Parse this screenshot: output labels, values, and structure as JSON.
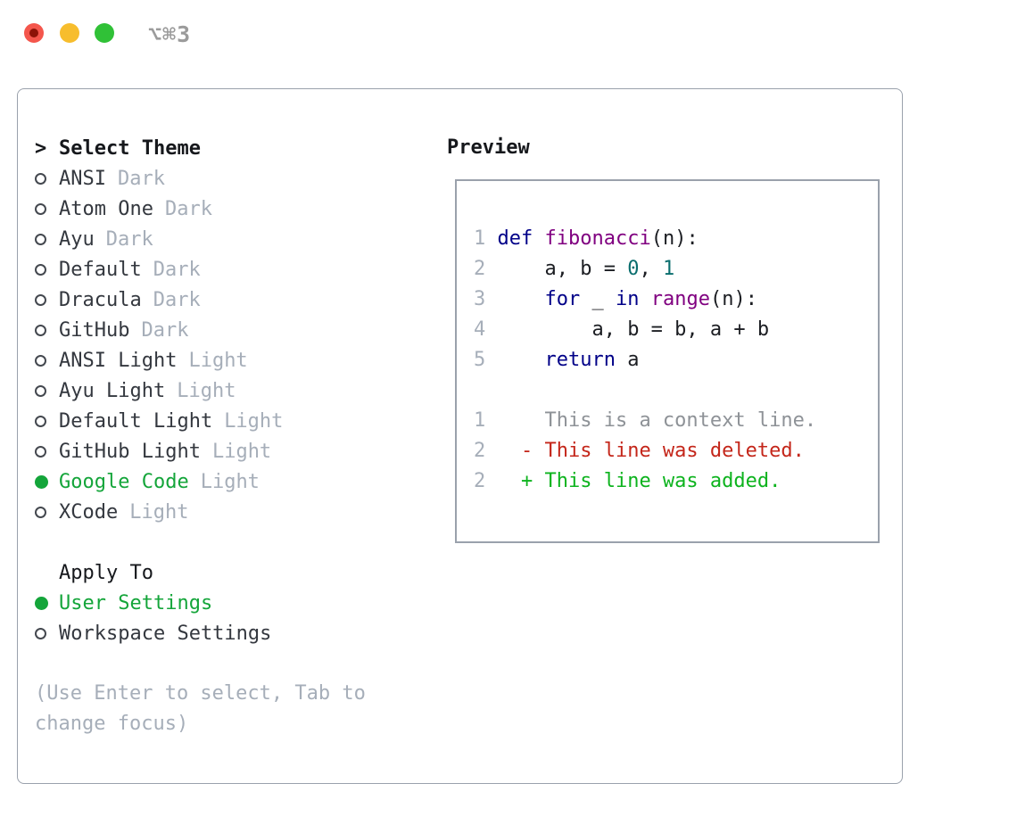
{
  "window": {
    "title": "⌥⌘3",
    "traffic_lights": [
      "close",
      "minimize",
      "zoom"
    ]
  },
  "theme_list": {
    "header": {
      "marker": ">",
      "label": "Select Theme"
    },
    "items": [
      {
        "name": "ANSI",
        "variant": "Dark",
        "selected": false
      },
      {
        "name": "Atom One",
        "variant": "Dark",
        "selected": false
      },
      {
        "name": "Ayu",
        "variant": "Dark",
        "selected": false
      },
      {
        "name": "Default",
        "variant": "Dark",
        "selected": false
      },
      {
        "name": "Dracula",
        "variant": "Dark",
        "selected": false
      },
      {
        "name": "GitHub",
        "variant": "Dark",
        "selected": false
      },
      {
        "name": "ANSI Light",
        "variant": "Light",
        "selected": false
      },
      {
        "name": "Ayu Light",
        "variant": "Light",
        "selected": false
      },
      {
        "name": "Default Light",
        "variant": "Light",
        "selected": false
      },
      {
        "name": "GitHub Light",
        "variant": "Light",
        "selected": false
      },
      {
        "name": "Google Code",
        "variant": "Light",
        "selected": true
      },
      {
        "name": "XCode",
        "variant": "Light",
        "selected": false
      }
    ]
  },
  "apply_to": {
    "header": "Apply To",
    "options": [
      {
        "label": "User Settings",
        "selected": true
      },
      {
        "label": "Workspace Settings",
        "selected": false
      }
    ]
  },
  "hint": "(Use Enter to select, Tab to change focus)",
  "preview": {
    "title": "Preview",
    "lines": [
      [
        {
          "t": "1 ",
          "c": "ln"
        },
        {
          "t": "def ",
          "c": "kw"
        },
        {
          "t": "fibonacci",
          "c": "fn"
        },
        {
          "t": "(n):",
          "c": "pl"
        }
      ],
      [
        {
          "t": "2 ",
          "c": "ln"
        },
        {
          "t": "    a, b = ",
          "c": "pl"
        },
        {
          "t": "0",
          "c": "num"
        },
        {
          "t": ", ",
          "c": "pl"
        },
        {
          "t": "1",
          "c": "num"
        }
      ],
      [
        {
          "t": "3 ",
          "c": "ln"
        },
        {
          "t": "    ",
          "c": "pl"
        },
        {
          "t": "for",
          "c": "kw"
        },
        {
          "t": " _ ",
          "c": "pl"
        },
        {
          "t": "in",
          "c": "kw"
        },
        {
          "t": " ",
          "c": "pl"
        },
        {
          "t": "range",
          "c": "fn"
        },
        {
          "t": "(n):",
          "c": "pl"
        }
      ],
      [
        {
          "t": "4 ",
          "c": "ln"
        },
        {
          "t": "        a, b = b, a + b",
          "c": "pl"
        }
      ],
      [
        {
          "t": "5 ",
          "c": "ln"
        },
        {
          "t": "    ",
          "c": "pl"
        },
        {
          "t": "return",
          "c": "kw"
        },
        {
          "t": " a",
          "c": "pl"
        }
      ],
      [],
      [
        {
          "t": "1 ",
          "c": "ln"
        },
        {
          "t": "    This is a context line.",
          "c": "ctx"
        }
      ],
      [
        {
          "t": "2 ",
          "c": "ln"
        },
        {
          "t": "  - This line was deleted.",
          "c": "del"
        }
      ],
      [
        {
          "t": "2 ",
          "c": "ln"
        },
        {
          "t": "  + This line was added.",
          "c": "add"
        }
      ]
    ]
  },
  "colors": {
    "accent": "#14a53a",
    "header": "#16181c",
    "name": "#34383f",
    "muted": "#a6aeb9",
    "ring": "#44484f",
    "border": "#9aa1ac",
    "title": "#9b9b9b",
    "kw": "#000088",
    "fn": "#800080",
    "num": "#0a6e6e",
    "plain": "#1b1d22",
    "ctx": "#8e9297",
    "del": "#c4261a",
    "add": "#0db31e",
    "red": "#f4564c",
    "reddot": "#8c1207",
    "yellow": "#f7bd2d",
    "green": "#30c137"
  }
}
